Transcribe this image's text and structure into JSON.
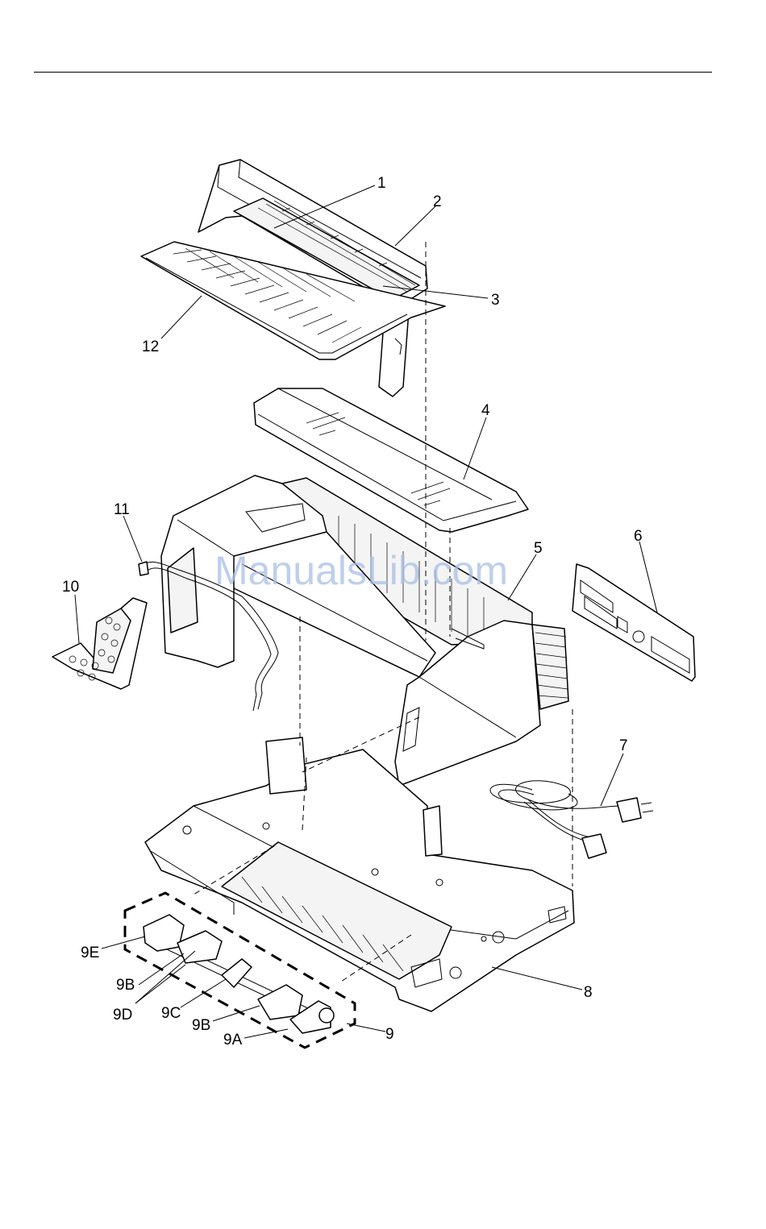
{
  "watermark": "ManualsLib.com",
  "callouts": {
    "c1": "1",
    "c2": "2",
    "c3": "3",
    "c4": "4",
    "c5": "5",
    "c6": "6",
    "c7": "7",
    "c8": "8",
    "c9": "9",
    "c9a": "9A",
    "c9b_1": "9B",
    "c9b_2": "9B",
    "c9c": "9C",
    "c9d": "9D",
    "c9e": "9E",
    "c10": "10",
    "c11": "11",
    "c12": "12"
  }
}
